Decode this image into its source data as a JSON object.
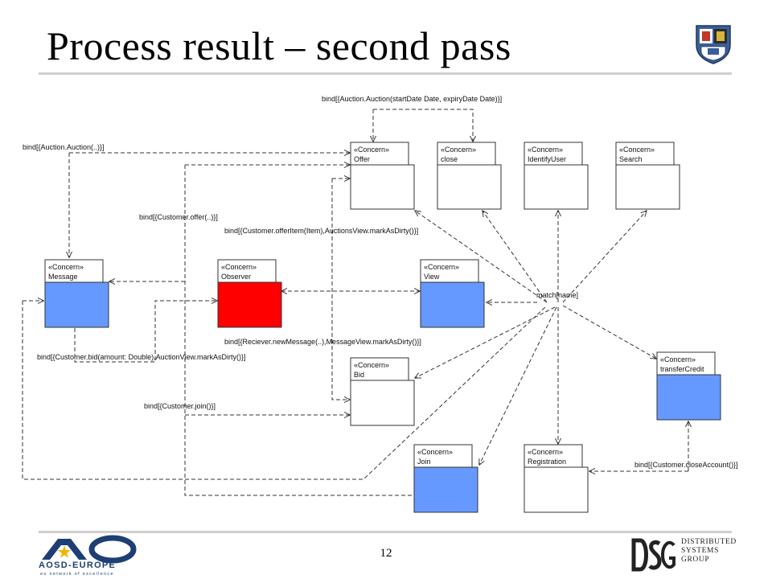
{
  "slide": {
    "title": "Process result – second pass",
    "page_number": "12"
  },
  "logos": {
    "aosd_name": "AOSD-EUROPE",
    "aosd_tagline": "eu network of excellence",
    "aosd_accent": "#1d3f73",
    "aosd_star": "#f0b400",
    "dsg_lines": [
      "DISTRIBUTED",
      "SYSTEMS",
      "GROUP"
    ],
    "crest_icon": "university-crest-icon"
  },
  "colors": {
    "blue_fill": "#6699ff",
    "red_fill": "#ff0000",
    "white_fill": "#ffffff",
    "line": "#333333"
  },
  "stereotype": "«Concern»",
  "concerns": [
    {
      "key": "offer",
      "name": "Offer",
      "fill": "white"
    },
    {
      "key": "close",
      "name": "close",
      "fill": "white"
    },
    {
      "key": "identify",
      "name": "IdentifyUser",
      "fill": "white"
    },
    {
      "key": "search",
      "name": "Search",
      "fill": "white"
    },
    {
      "key": "message",
      "name": "Message",
      "fill": "blue"
    },
    {
      "key": "observer",
      "name": "Observer",
      "fill": "red"
    },
    {
      "key": "view",
      "name": "View",
      "fill": "blue"
    },
    {
      "key": "transfer",
      "name": "transferCredit",
      "fill": "blue"
    },
    {
      "key": "bid",
      "name": "Bid",
      "fill": "white"
    },
    {
      "key": "join",
      "name": "Join",
      "fill": "blue"
    },
    {
      "key": "registration",
      "name": "Registration",
      "fill": "white"
    }
  ],
  "labels": {
    "bind_auction_dates": "bind[{Auction.Auction(startDate Date, expiryDate Date)}]",
    "bind_auction": "bind[{Auction.Auction(..)}]",
    "bind_customer_offer": "bind[{Customer.offer(..)}]",
    "bind_offer_item": "bind[{Customer.offerItem(Item),AuctionsView.markAsDirty()}]",
    "match_name": "match[name]",
    "bind_receiver": "bind[{Reciever.newMessage(..),MessageView.markAsDirty()}]",
    "bind_customer_bid": "bind[{Customer.bid(amount: Double),AuctionView.markAsDirty()}]",
    "bind_customer_join": "bind[{Customer.join()}]",
    "bind_close_account": "bind[{Customer.closeAccount()}]"
  }
}
